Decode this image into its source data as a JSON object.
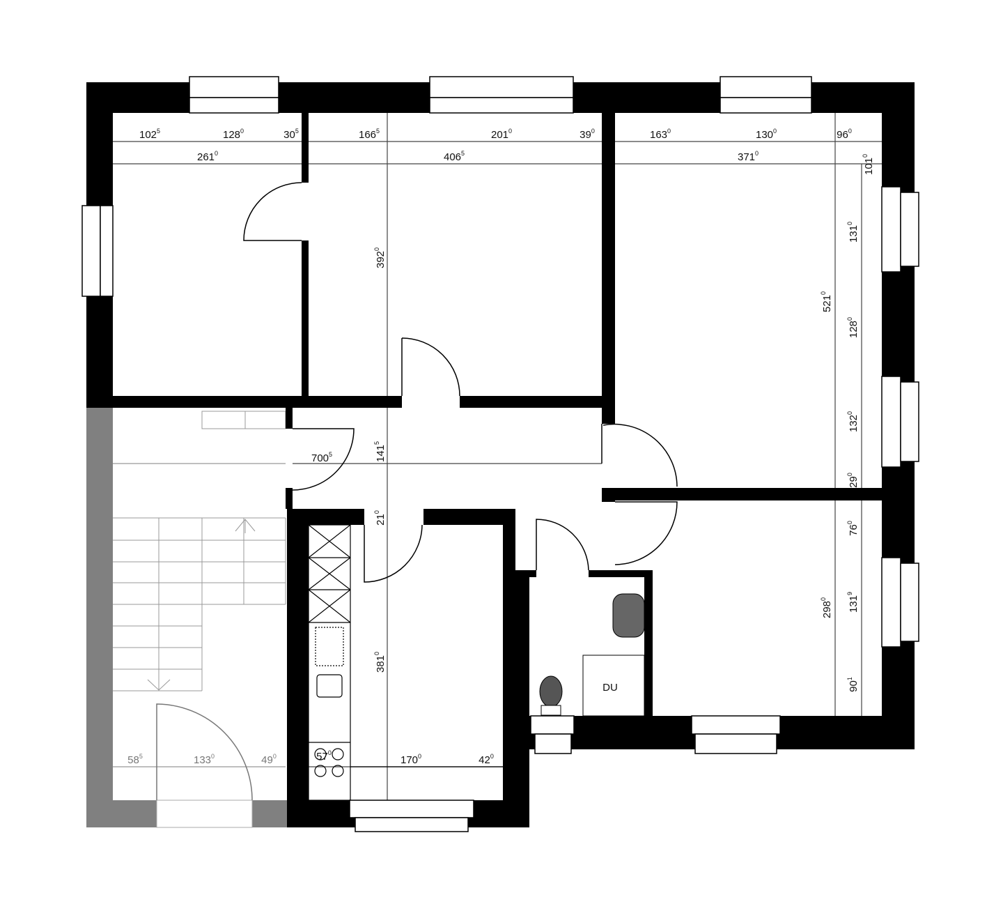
{
  "colors": {
    "wall": "#000000",
    "stair_wall": "#808080",
    "line": "#333333",
    "background": "#ffffff"
  },
  "room_labels": {
    "shower": "DU"
  },
  "dimensions": {
    "top_row1": [
      {
        "v": "102",
        "s": "5"
      },
      {
        "v": "128",
        "s": "0"
      },
      {
        "v": "30",
        "s": "5"
      },
      {
        "v": "166",
        "s": "5"
      },
      {
        "v": "201",
        "s": "0"
      },
      {
        "v": "39",
        "s": "0"
      },
      {
        "v": "163",
        "s": "0"
      },
      {
        "v": "130",
        "s": "0"
      },
      {
        "v": "96",
        "s": "0"
      }
    ],
    "top_row2": [
      {
        "v": "261",
        "s": "0"
      },
      {
        "v": "406",
        "s": "5"
      },
      {
        "v": "371",
        "s": "0"
      },
      {
        "v": "101",
        "s": "0"
      }
    ],
    "right_column": [
      {
        "v": "131",
        "s": "0"
      },
      {
        "v": "128",
        "s": "0"
      },
      {
        "v": "132",
        "s": "0"
      },
      {
        "v": "29",
        "s": "0"
      },
      {
        "v": "76",
        "s": "0"
      },
      {
        "v": "131",
        "s": "9"
      },
      {
        "v": "90",
        "s": "1"
      }
    ],
    "room_heights": [
      {
        "v": "392",
        "s": "0"
      },
      {
        "v": "521",
        "s": "0"
      },
      {
        "v": "141",
        "s": "5"
      },
      {
        "v": "21",
        "s": "0"
      },
      {
        "v": "381",
        "s": "0"
      },
      {
        "v": "298",
        "s": "0"
      }
    ],
    "hall_length": {
      "v": "700",
      "s": "5"
    },
    "bottom_row": [
      {
        "v": "58",
        "s": "5"
      },
      {
        "v": "133",
        "s": "0"
      },
      {
        "v": "49",
        "s": "0"
      },
      {
        "v": "57",
        "s": "0"
      },
      {
        "v": "170",
        "s": "0"
      },
      {
        "v": "42",
        "s": "0"
      }
    ]
  }
}
